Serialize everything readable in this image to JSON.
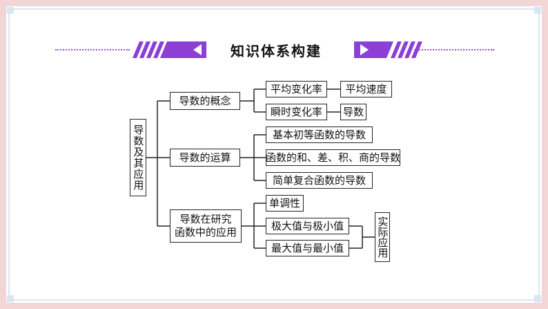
{
  "header": {
    "title": "知识体系构建"
  },
  "colors": {
    "accent": "#8b3fd6",
    "frame_outer": "#f2d6d6",
    "frame_inner": "#d7e6f3"
  },
  "diagram": {
    "root": "导数及其应用",
    "branches": [
      {
        "label": "导数的概念",
        "children": [
          "平均变化率",
          "瞬时变化率"
        ],
        "leaves": [
          "平均速度",
          "导数"
        ]
      },
      {
        "label": "导数的运算",
        "children": [
          "基本初等函数的导数",
          "函数的和、差、积、商的导数",
          "简单复合函数的导数"
        ]
      },
      {
        "label_line1": "导数在研究",
        "label_line2": "函数中的应用",
        "children": [
          "单调性",
          "极大值与极小值",
          "最大值与最小值"
        ],
        "leaf": "实际应用"
      }
    ]
  }
}
